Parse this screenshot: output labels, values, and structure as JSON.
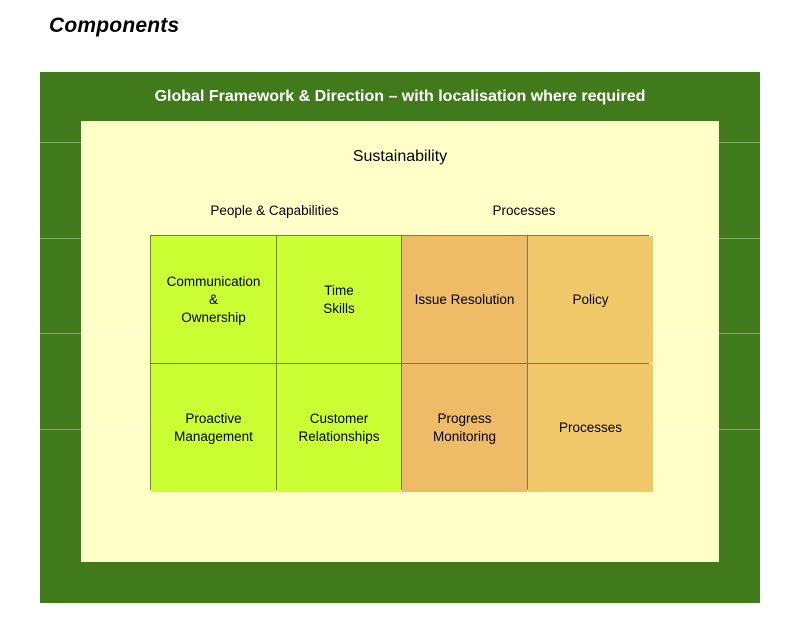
{
  "page": {
    "title": "Components"
  },
  "outer": {
    "title": "Global Framework & Direction – with localisation where required",
    "color": "#417a1a"
  },
  "inner": {
    "title": "Sustainability",
    "color": "#ffffc8"
  },
  "groups": [
    {
      "label": "People & Capabilities"
    },
    {
      "label": "Processes"
    }
  ],
  "cells": [
    {
      "text": "Communication\n&\nOwnership",
      "color": "#ccff33"
    },
    {
      "text": "Time\nSkills",
      "color": "#ccff33"
    },
    {
      "text": "Issue Resolution",
      "color": "#eebb66"
    },
    {
      "text": "Policy",
      "color": "#f2c96a"
    },
    {
      "text": "Proactive\nManagement",
      "color": "#ccff33"
    },
    {
      "text": "Customer\nRelationships",
      "color": "#ccff33"
    },
    {
      "text": "Progress\nMonitoring",
      "color": "#eebb66"
    },
    {
      "text": "Processes",
      "color": "#f2c96a"
    }
  ]
}
